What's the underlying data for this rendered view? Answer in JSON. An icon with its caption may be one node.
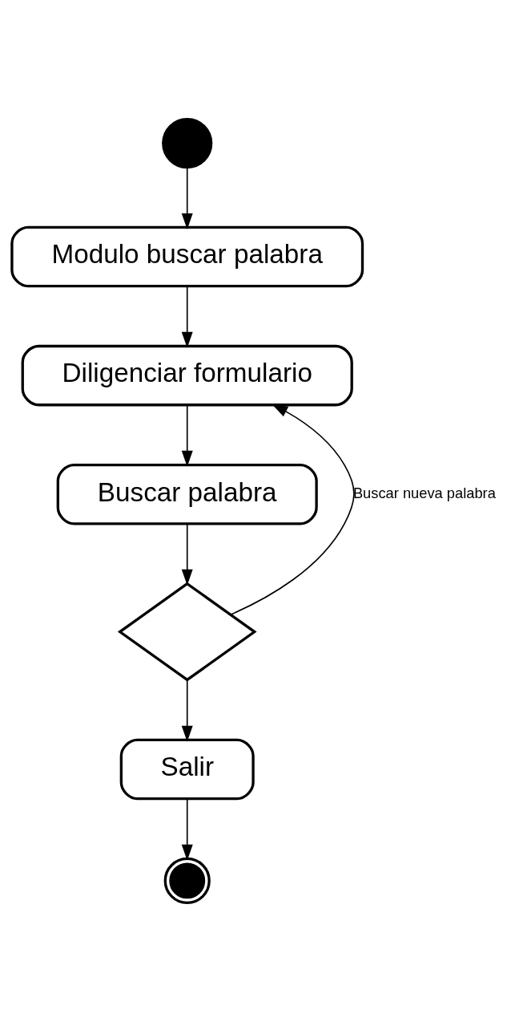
{
  "diagram": {
    "nodes": [
      {
        "text": [],
        "shape": "circle"
      },
      {
        "text": [
          "Modulo buscar palabra"
        ]
      },
      {
        "text": [
          "Diligenciar formulario"
        ]
      },
      {
        "text": [
          "Buscar palabra"
        ]
      },
      {
        "text": [],
        "shape": "diamond"
      },
      {
        "text": [
          "Salir"
        ]
      },
      {
        "text": [],
        "shape": "circle"
      }
    ],
    "edges": [
      {
        "from": 0,
        "to": 1,
        "arrow": "to"
      },
      {
        "from": 1,
        "to": 2,
        "arrow": "to"
      },
      {
        "from": 2,
        "to": 3,
        "arrow": "to"
      },
      {
        "from": 3,
        "to": 4,
        "arrow": "to"
      },
      {
        "from": 4,
        "to": 2,
        "arrow": "to",
        "label": "Buscar nueva palabra"
      },
      {
        "from": 4,
        "to": 5,
        "arrow": "to"
      },
      {
        "from": 5,
        "to": 6,
        "arrow": "to"
      }
    ]
  }
}
